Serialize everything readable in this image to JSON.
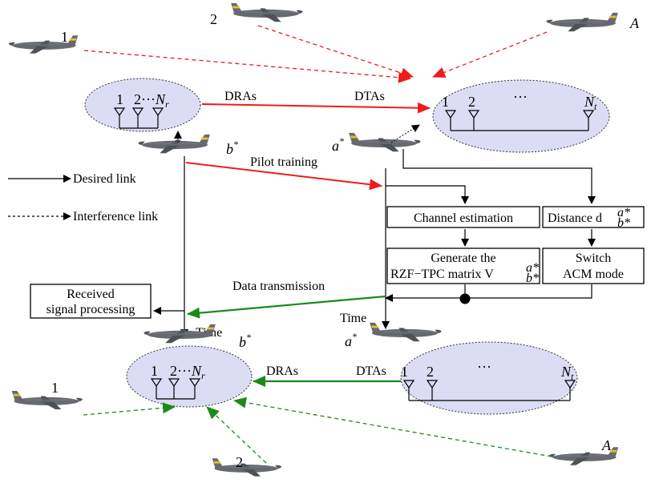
{
  "colors": {
    "red": "#ee1c1c",
    "green": "#1b8a1b",
    "ellipse_fill": "#dcdcf5",
    "plane_body": "#666a70",
    "plane_tail": "#e8c230"
  },
  "aircraft": {
    "top_1": "1",
    "top_2": "2",
    "top_A": "A",
    "b_star_top": "b*",
    "a_star_top": "a*",
    "a_star_bottom": "a*",
    "b_star_bottom": "b*",
    "bottom_1": "1",
    "bottom_2": "2",
    "bottom_A": "A"
  },
  "arrays": {
    "dra_top": [
      "1",
      "2···N_r"
    ],
    "dta_top": [
      "1",
      "2",
      "···",
      "N_t"
    ],
    "dra_bottom": [
      "1",
      "2···N_r"
    ],
    "dta_bottom": [
      "1",
      "2",
      "···",
      "N_t"
    ]
  },
  "labels": {
    "dras_top": "DRAs",
    "dtas_top": "DTAs",
    "dras_bottom": "DRAs",
    "dtas_bottom": "DTAs",
    "pilot_training": "Pilot training",
    "data_transmission": "Data transmission",
    "time_left": "Time",
    "time_right": "Time"
  },
  "legend": {
    "desired": "Desired link",
    "interference": "Interference link"
  },
  "boxes": {
    "channel_estimation": "Channel estimation",
    "distance_prefix": "Distance d",
    "distance_sup": "a*",
    "distance_sub": "b*",
    "generate_line1": "Generate the",
    "generate_line2": "RZF−TPC matrix V",
    "generate_sup": "a*",
    "generate_sub": "b*",
    "switch_line1": "Switch",
    "switch_line2": "ACM mode",
    "received_line1": "Received",
    "received_line2": "signal processing"
  }
}
